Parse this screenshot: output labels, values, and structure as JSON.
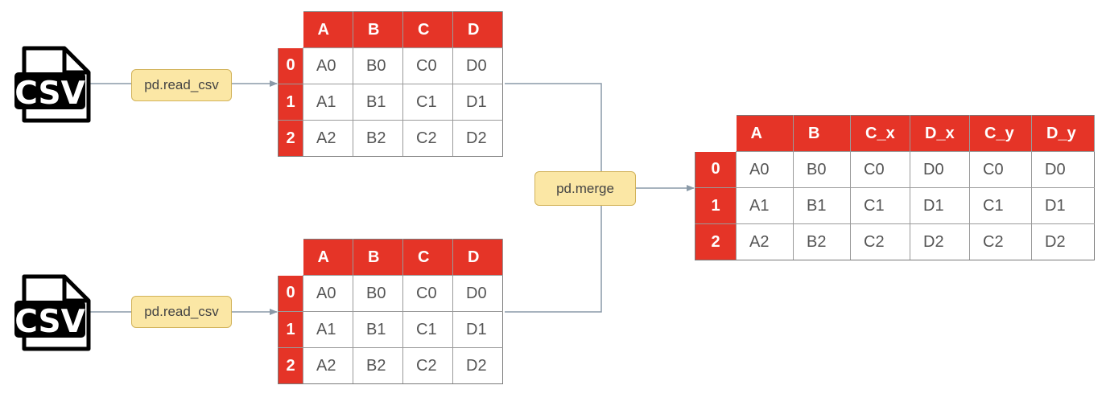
{
  "inputs": [
    {
      "file_label": "CSV",
      "function_label": "pd.read_csv",
      "table": {
        "columns": [
          "A",
          "B",
          "C",
          "D"
        ],
        "rows": [
          {
            "index": "0",
            "cells": [
              "A0",
              "B0",
              "C0",
              "D0"
            ]
          },
          {
            "index": "1",
            "cells": [
              "A1",
              "B1",
              "C1",
              "D1"
            ]
          },
          {
            "index": "2",
            "cells": [
              "A2",
              "B2",
              "C2",
              "D2"
            ]
          }
        ]
      }
    },
    {
      "file_label": "CSV",
      "function_label": "pd.read_csv",
      "table": {
        "columns": [
          "A",
          "B",
          "C",
          "D"
        ],
        "rows": [
          {
            "index": "0",
            "cells": [
              "A0",
              "B0",
              "C0",
              "D0"
            ]
          },
          {
            "index": "1",
            "cells": [
              "A1",
              "B1",
              "C1",
              "D1"
            ]
          },
          {
            "index": "2",
            "cells": [
              "A2",
              "B2",
              "C2",
              "D2"
            ]
          }
        ]
      }
    }
  ],
  "merge": {
    "function_label": "pd.merge",
    "table": {
      "columns": [
        "A",
        "B",
        "C_x",
        "D_x",
        "C_y",
        "D_y"
      ],
      "rows": [
        {
          "index": "0",
          "cells": [
            "A0",
            "B0",
            "C0",
            "D0",
            "C0",
            "D0"
          ]
        },
        {
          "index": "1",
          "cells": [
            "A1",
            "B1",
            "C1",
            "D1",
            "C1",
            "D1"
          ]
        },
        {
          "index": "2",
          "cells": [
            "A2",
            "B2",
            "C2",
            "D2",
            "C2",
            "D2"
          ]
        }
      ]
    }
  },
  "colors": {
    "header_red": "#e53427",
    "function_box_fill": "#fbe7a5",
    "connector": "#8a9aa8"
  },
  "icons": [
    "csv-file-icon",
    "arrow-icon"
  ]
}
